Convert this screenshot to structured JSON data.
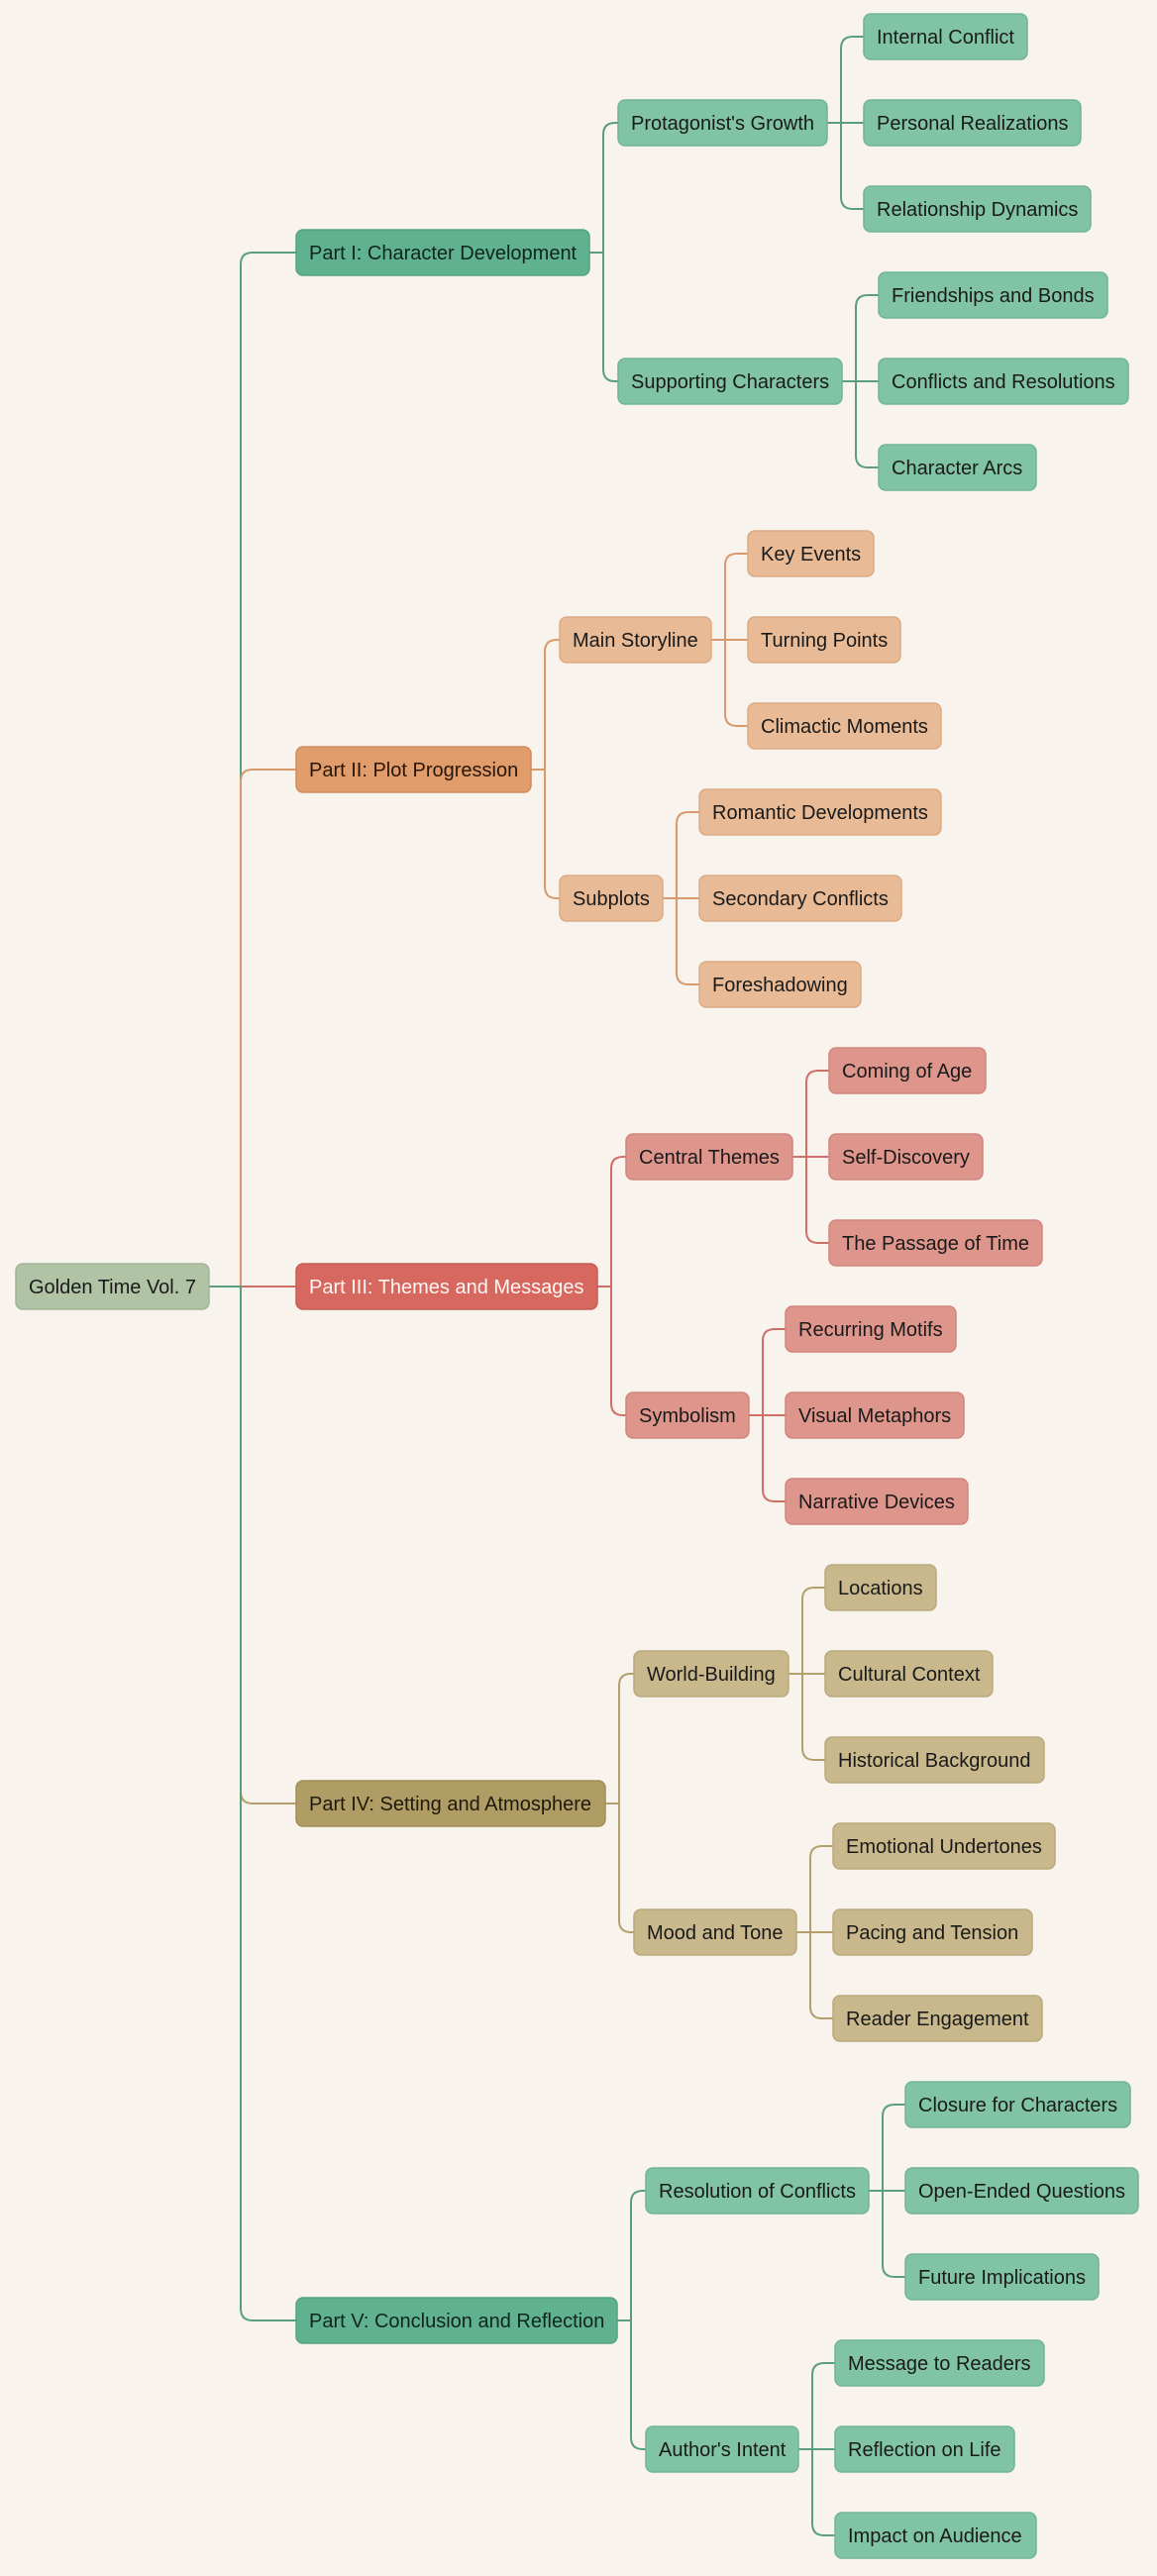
{
  "root": {
    "label": "Golden Time Vol. 7",
    "fill": "#b0c3a4",
    "stroke": "#a3b597",
    "text": "#1a1a1a",
    "branches": [
      {
        "label": "Part I: Character Development",
        "fill": "#5fb18f",
        "stroke": "#51a381",
        "line": "#5a9e7f",
        "text": "#10251d",
        "children": [
          {
            "label": "Protagonist's Growth",
            "children": [
              "Internal Conflict",
              "Personal Realizations",
              "Relationship Dynamics"
            ]
          },
          {
            "label": "Supporting Characters",
            "children": [
              "Friendships and Bonds",
              "Conflicts and Resolutions",
              "Character Arcs"
            ]
          }
        ],
        "sub_fill": "#80c4a5",
        "sub_stroke": "#71b597",
        "leaf_fill": "#80c4a5",
        "leaf_stroke": "#71b597"
      },
      {
        "label": "Part II: Plot Progression",
        "fill": "#e09c6b",
        "stroke": "#d08c5d",
        "line": "#d89a6c",
        "text": "#2a1608",
        "children": [
          {
            "label": "Main Storyline",
            "children": [
              "Key Events",
              "Turning Points",
              "Climactic Moments"
            ]
          },
          {
            "label": "Subplots",
            "children": [
              "Romantic Developments",
              "Secondary Conflicts",
              "Foreshadowing"
            ]
          }
        ],
        "sub_fill": "#e8bb96",
        "sub_stroke": "#dbab85",
        "leaf_fill": "#e8bb96",
        "leaf_stroke": "#dbab85"
      },
      {
        "label": "Part III: Themes and Messages",
        "fill": "#d6685f",
        "stroke": "#c85d55",
        "line": "#cf6f67",
        "text": "#fff5f2",
        "children": [
          {
            "label": "Central Themes",
            "children": [
              "Coming of Age",
              "Self-Discovery",
              "The Passage of Time"
            ]
          },
          {
            "label": "Symbolism",
            "children": [
              "Recurring Motifs",
              "Visual Metaphors",
              "Narrative Devices"
            ]
          }
        ],
        "sub_fill": "#de958c",
        "sub_stroke": "#d0867d",
        "leaf_fill": "#de958c",
        "leaf_stroke": "#d0867d"
      },
      {
        "label": "Part IV: Setting and Atmosphere",
        "fill": "#b09c65",
        "stroke": "#a18e57",
        "line": "#b3a06c",
        "text": "#1e1a0c",
        "children": [
          {
            "label": "World-Building",
            "children": [
              "Locations",
              "Cultural Context",
              "Historical Background"
            ]
          },
          {
            "label": "Mood and Tone",
            "children": [
              "Emotional Undertones",
              "Pacing and Tension",
              "Reader Engagement"
            ]
          }
        ],
        "sub_fill": "#c8b88c",
        "sub_stroke": "#b9a97d",
        "leaf_fill": "#c8b88c",
        "leaf_stroke": "#b9a97d"
      },
      {
        "label": "Part V: Conclusion and Reflection",
        "fill": "#5fb18f",
        "stroke": "#51a381",
        "line": "#5a9e7f",
        "text": "#10251d",
        "children": [
          {
            "label": "Resolution of Conflicts",
            "children": [
              "Closure for Characters",
              "Open-Ended Questions",
              "Future Implications"
            ]
          },
          {
            "label": "Author's Intent",
            "children": [
              "Message to Readers",
              "Reflection on Life",
              "Impact on Audience"
            ]
          }
        ],
        "sub_fill": "#80c4a5",
        "sub_stroke": "#71b597",
        "leaf_fill": "#80c4a5",
        "leaf_stroke": "#71b597"
      }
    ]
  },
  "background": "#f8f3ec"
}
